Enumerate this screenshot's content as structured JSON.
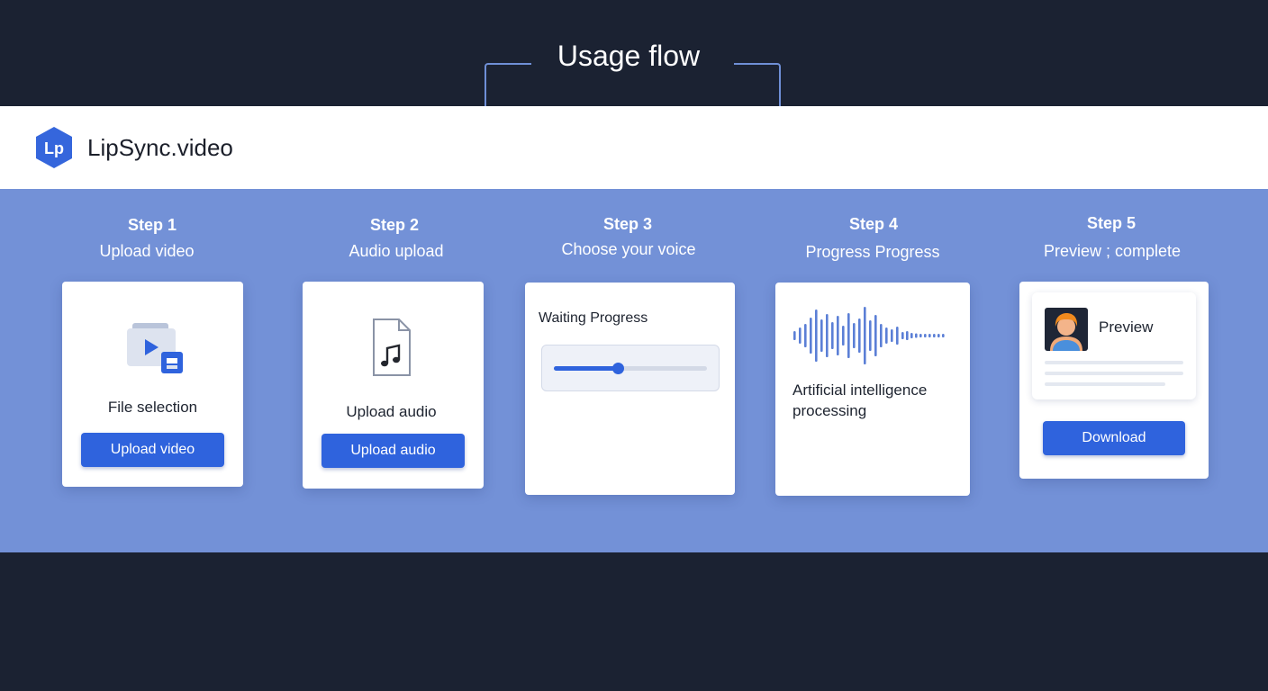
{
  "flow_title": "Usage flow",
  "header": {
    "brand": "LipSync.video",
    "logo_letters": "Lp"
  },
  "steps": [
    {
      "num": "Step 1",
      "title": "Upload video",
      "card_label": "File selection",
      "button": "Upload video",
      "icon": "video-folder-icon"
    },
    {
      "num": "Step 2",
      "title": "Audio upload",
      "card_label": "Upload audio",
      "button": "Upload audio",
      "icon": "music-file-icon"
    },
    {
      "num": "Step 3",
      "title": "Choose your voice",
      "card_label": "Waiting Progress",
      "progress": 0.42
    },
    {
      "num": "Step 4",
      "title": "Progress Progress",
      "card_label_line1": "Artificial intelligence",
      "card_label_line2": "processing",
      "icon": "waveform-icon"
    },
    {
      "num": "Step 5",
      "title": "Preview ; complete",
      "preview_label": "Preview",
      "button": "Download",
      "icon": "avatar-icon"
    }
  ],
  "colors": {
    "accent": "#2f63dd",
    "band": "#7391d7",
    "dark": "#1b2232",
    "wave": "#5b7fd6"
  }
}
